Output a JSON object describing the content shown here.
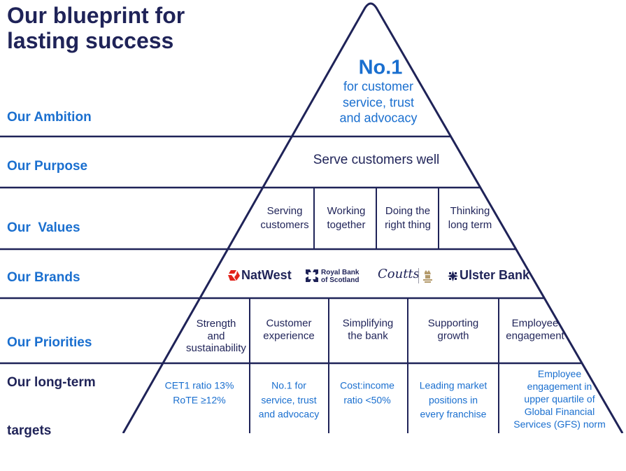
{
  "title": [
    "Our blueprint for",
    "lasting success"
  ],
  "ambition": {
    "label": "Our Ambition",
    "headline": "No.1",
    "lines": [
      "for customer",
      "service, trust",
      "and advocacy"
    ]
  },
  "purpose": {
    "label": "Our Purpose",
    "text": "Serve customers well"
  },
  "values": {
    "label": "Our  Values",
    "items": [
      {
        "lines": [
          "Serving",
          "customers"
        ]
      },
      {
        "lines": [
          "Working",
          "together"
        ]
      },
      {
        "lines": [
          "Doing the",
          "right thing"
        ]
      },
      {
        "lines": [
          "Thinking",
          "long term"
        ]
      }
    ]
  },
  "brands": {
    "label": "Our Brands",
    "natwest": {
      "name": "NatWest",
      "icon": "natwest-cube-icon"
    },
    "rbs": {
      "lines": [
        "Royal Bank",
        "of Scotland"
      ],
      "icon": "rbs-daisy-wheel-icon"
    },
    "coutts": {
      "name": "Coutts",
      "icon": "coutts-crest-icon"
    },
    "ulster": {
      "name": "Ulster Bank",
      "icon": "ulster-bank-icon"
    }
  },
  "priorities": {
    "label": "Our Priorities",
    "items": [
      {
        "lines": [
          "Strength",
          "and",
          "sustainability"
        ]
      },
      {
        "lines": [
          "Customer",
          "experience"
        ]
      },
      {
        "lines": [
          "Simplifying",
          "the bank"
        ]
      },
      {
        "lines": [
          "Supporting",
          "growth"
        ]
      },
      {
        "lines": [
          "Employee",
          "engagement"
        ]
      }
    ]
  },
  "targets": {
    "label": [
      "Our long-term",
      "targets"
    ],
    "items": [
      {
        "lines": [
          "CET1 ratio 13%",
          "RoTE ≥12%"
        ]
      },
      {
        "lines": [
          "No.1 for",
          "service, trust",
          "and advocacy"
        ]
      },
      {
        "lines": [
          "Cost:income",
          "ratio <50%"
        ]
      },
      {
        "lines": [
          "Leading market",
          "positions in",
          "every franchise"
        ]
      },
      {
        "lines": [
          "Employee",
          "engagement in",
          "upper quartile of",
          "Global Financial",
          "Services (GFS) norm"
        ]
      }
    ]
  },
  "colors": {
    "navy": "#1f2358",
    "blue": "#1a6fcf",
    "natwest_red": "#e2231a",
    "coutts_gold": "#b39a6b"
  }
}
